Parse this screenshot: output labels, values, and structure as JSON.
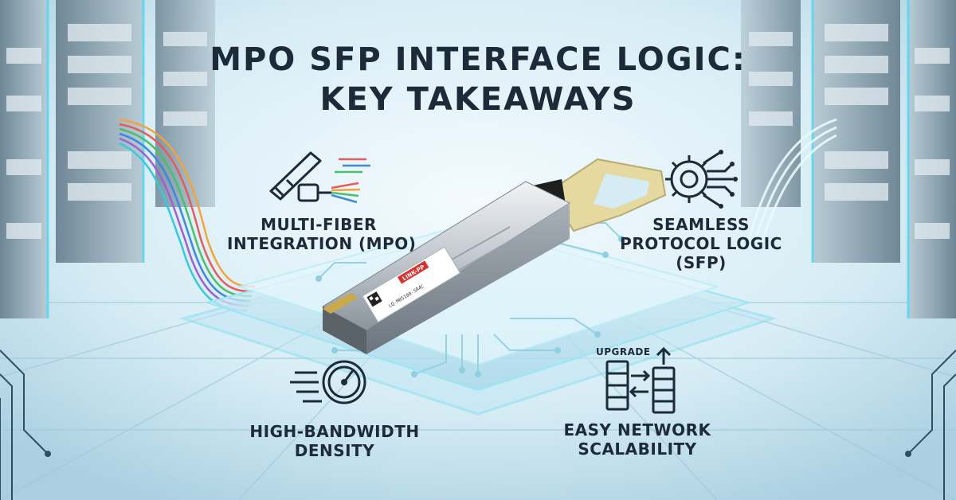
{
  "title": {
    "line1": "MPO SFP INTERFACE LOGIC:",
    "line2": "KEY TAKEAWAYS"
  },
  "module_label": {
    "brand": "LINK-PP",
    "part": "LQ-M85100-SR4C"
  },
  "features": [
    {
      "id": "multi-fiber",
      "icon": "transceiver-cable-icon",
      "lines": [
        "MULTI-FIBER",
        "INTEGRATION (MPO)"
      ]
    },
    {
      "id": "protocol",
      "icon": "gear-circuit-icon",
      "lines": [
        "SEAMLESS",
        "PROTOCOL LOGIC",
        "(SFP)"
      ]
    },
    {
      "id": "bandwidth",
      "icon": "speedometer-icon",
      "lines": [
        "HIGH-BANDWIDTH",
        "DENSITY"
      ]
    },
    {
      "id": "scalability",
      "icon": "server-upgrade-icon",
      "lines": [
        "EASY NETWORK",
        "SCALABILITY"
      ],
      "icon_caption": "UPGRADE"
    }
  ],
  "colors": {
    "text": "#1c2a3a",
    "glow": "#5fd6ef",
    "pull_tab": "#e6d9a0",
    "label_red": "#d8322f"
  }
}
